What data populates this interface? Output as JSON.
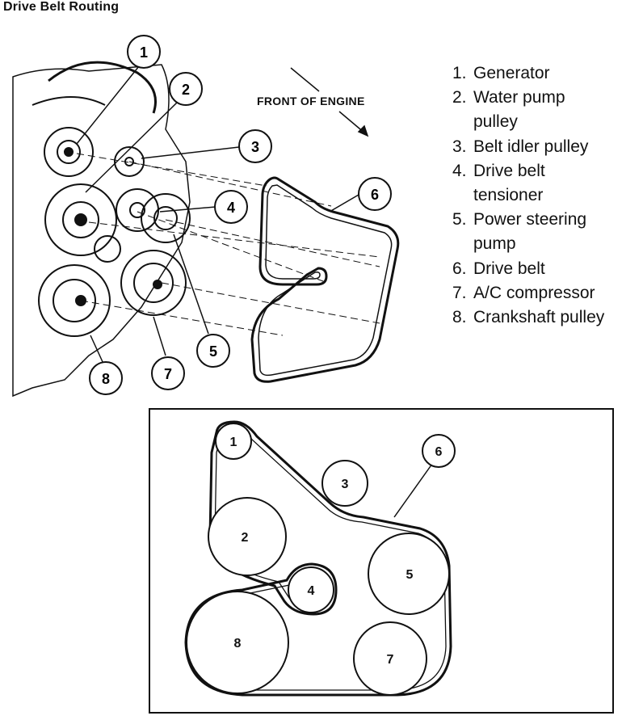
{
  "title": "Drive Belt Routing",
  "front_label": "FRONT OF ENGINE",
  "legend": [
    {
      "num": "1.",
      "lines": [
        "Generator"
      ]
    },
    {
      "num": "2.",
      "lines": [
        "Water pump",
        "pulley"
      ]
    },
    {
      "num": "3.",
      "lines": [
        "Belt idler pulley"
      ]
    },
    {
      "num": "4.",
      "lines": [
        "Drive belt",
        "tensioner"
      ]
    },
    {
      "num": "5.",
      "lines": [
        "Power steering",
        "pump"
      ]
    },
    {
      "num": "6.",
      "lines": [
        "Drive belt"
      ]
    },
    {
      "num": "7.",
      "lines": [
        "A/C compressor"
      ]
    },
    {
      "num": "8.",
      "lines": [
        "Crankshaft pulley"
      ]
    }
  ],
  "callouts": [
    "1",
    "2",
    "3",
    "4",
    "5",
    "6",
    "7",
    "8"
  ],
  "schematic_labels": [
    "1",
    "2",
    "3",
    "4",
    "5",
    "6",
    "7",
    "8"
  ],
  "colors": {
    "ink": "#111111",
    "background": "#ffffff"
  }
}
